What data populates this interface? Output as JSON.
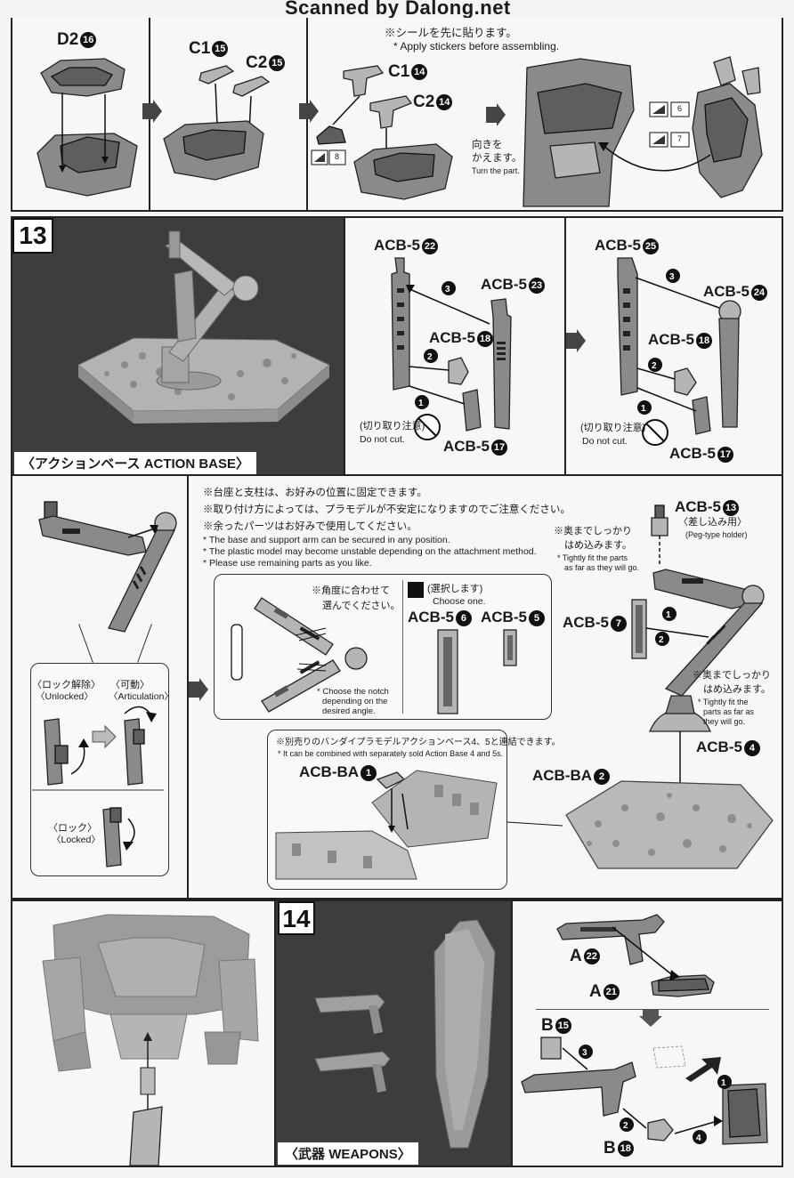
{
  "header": {
    "watermark": "Scanned by Dalong.net"
  },
  "step12": {
    "d2": "D2",
    "d2_num": "16",
    "c1a": "C1",
    "c1a_num": "15",
    "c2a": "C2",
    "c2a_num": "15",
    "c1b": "C1",
    "c1b_num": "14",
    "c2b": "C2",
    "c2b_num": "14",
    "sticker_note_jp": "※シールを先に貼ります。",
    "sticker_note_en": "* Apply stickers before assembling.",
    "turn_jp_1": "向きを",
    "turn_jp_2": "かえます。",
    "turn_en": "Turn the part.",
    "sticker_8": "8",
    "sticker_6": "6",
    "sticker_7": "7"
  },
  "step13": {
    "number": "13",
    "caption_jp": "〈アクションベース",
    "caption_en": "ACTION BASE〉",
    "left": {
      "p22": "ACB-5",
      "p22_num": "22",
      "p23": "ACB-5",
      "p23_num": "23",
      "p18": "ACB-5",
      "p18_num": "18",
      "p17": "ACB-5",
      "p17_num": "17",
      "nocut_jp": "(切り取り注意)",
      "nocut_en": "Do not cut."
    },
    "right": {
      "p25": "ACB-5",
      "p25_num": "25",
      "p24": "ACB-5",
      "p24_num": "24",
      "p18": "ACB-5",
      "p18_num": "18",
      "p17": "ACB-5",
      "p17_num": "17",
      "nocut_jp": "(切り取り注意)",
      "nocut_en": "Do not cut."
    },
    "notes_jp": [
      "※台座と支柱は、お好みの位置に固定できます。",
      "※取り付け方によっては、プラモデルが不安定になりますのでご注意ください。",
      "※余ったパーツはお好みで使用してください。"
    ],
    "notes_en": [
      "* The base and support arm can be secured in any position.",
      "* The plastic model may become unstable depending on the attachment method.",
      "* Please use remaining parts as you like."
    ],
    "unlocked_jp": "〈ロック解除〉",
    "unlocked_en": "〈Unlocked〉",
    "artic_jp": "〈可動〉",
    "artic_en": "〈Articulation〉",
    "locked_jp": "〈ロック〉",
    "locked_en": "〈Locked〉",
    "angle_jp_1": "※角度に合わせて",
    "angle_jp_2": "選んでください。",
    "angle_en_1": "* Choose the notch",
    "angle_en_2": "depending on the",
    "angle_en_3": "desired angle.",
    "choose_jp": "(選択します)",
    "choose_en": "Choose one.",
    "p6": "ACB-5",
    "p6_num": "6",
    "p5": "ACB-5",
    "p5_num": "5",
    "p7": "ACB-5",
    "p7_num": "7",
    "p13": "ACB-5",
    "p13_num": "13",
    "peg_jp": "〈差し込み用〉",
    "peg_en": "(Peg-type holder)",
    "tight_jp_1": "※奥までしっかり",
    "tight_jp_2": "はめ込みます。",
    "tight_en_1": "* Tightly fit the parts",
    "tight_en_2": "as far as they will go.",
    "tight2_jp_1": "※奥までしっかり",
    "tight2_jp_2": "はめ込みます。",
    "tight2_en_1": "* Tightly fit the",
    "tight2_en_2": "parts as far as",
    "tight2_en_3": "they will go.",
    "p4": "ACB-5",
    "p4_num": "4",
    "combine_jp": "※別売りのバンダイプラモデルアクションベース4、5と連結できます。",
    "combine_en": "* It can be combined with separately sold Action Base 4 and 5s.",
    "ba1": "ACB-BA",
    "ba1_num": "1",
    "ba2": "ACB-BA",
    "ba2_num": "2"
  },
  "step14": {
    "number": "14",
    "caption_jp": "〈武器",
    "caption_en": "WEAPONS〉",
    "a22": "A",
    "a22_num": "22",
    "a21": "A",
    "a21_num": "21",
    "b15": "B",
    "b15_num": "15",
    "b18": "B",
    "b18_num": "18"
  }
}
